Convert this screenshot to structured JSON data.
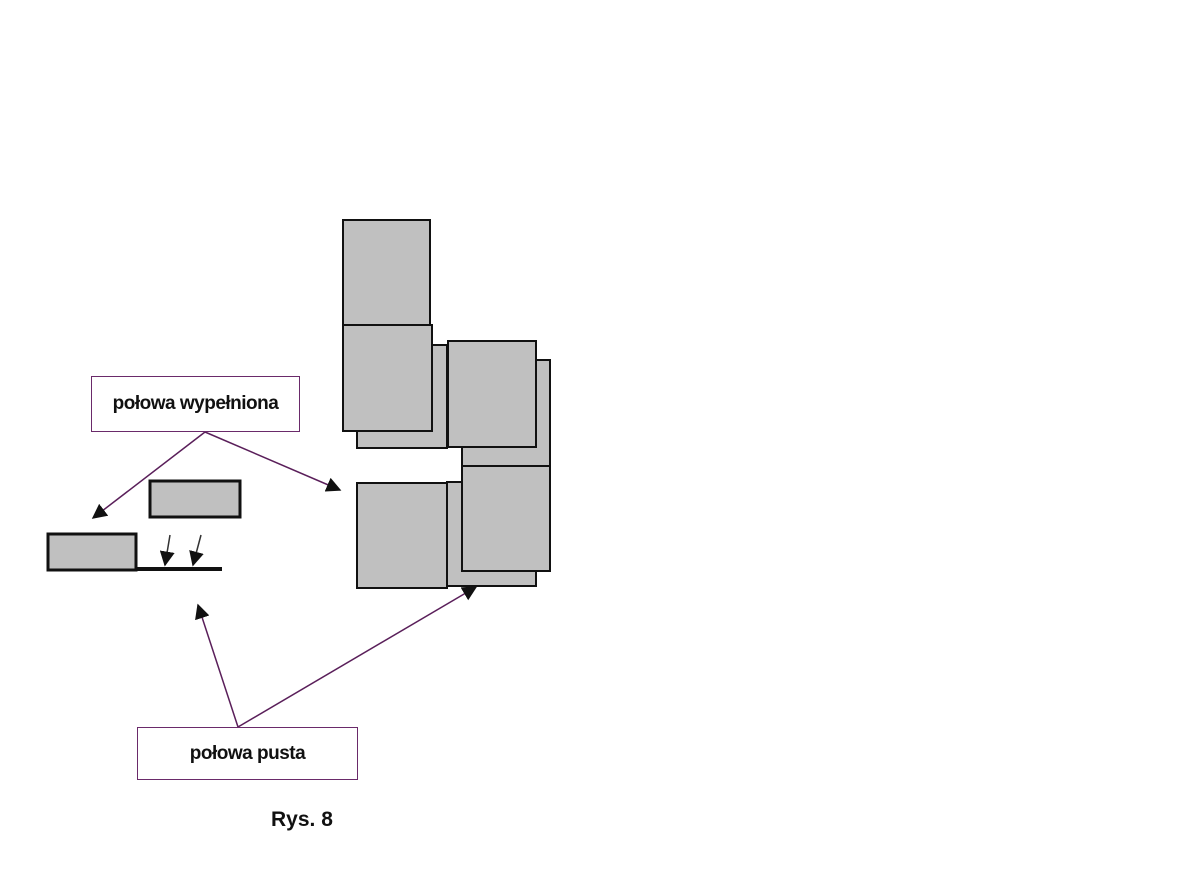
{
  "labels": {
    "half_filled": "połowa wypełniona",
    "half_empty": "połowa pusta"
  },
  "caption": "Rys. 8",
  "colors": {
    "block_fill": "#c0c0c0",
    "stroke": "#111111",
    "arrow": "#5a1f5a"
  }
}
